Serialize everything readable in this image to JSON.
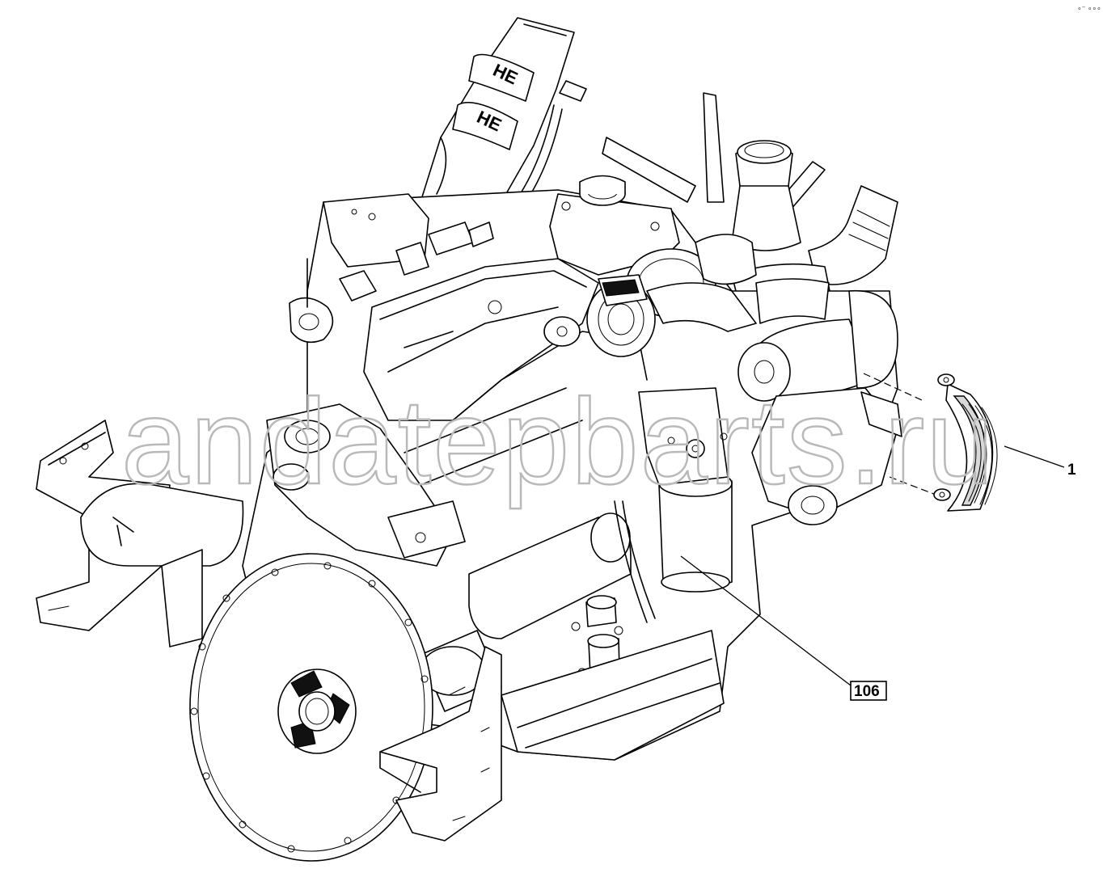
{
  "diagram": {
    "corner_mark": "∘⁻ ∘∘∘",
    "watermark": "andatepbarts.ru",
    "callouts": [
      {
        "id": "1",
        "label": "1",
        "boxed": false
      },
      {
        "id": "106",
        "label": "106",
        "boxed": true
      }
    ]
  }
}
